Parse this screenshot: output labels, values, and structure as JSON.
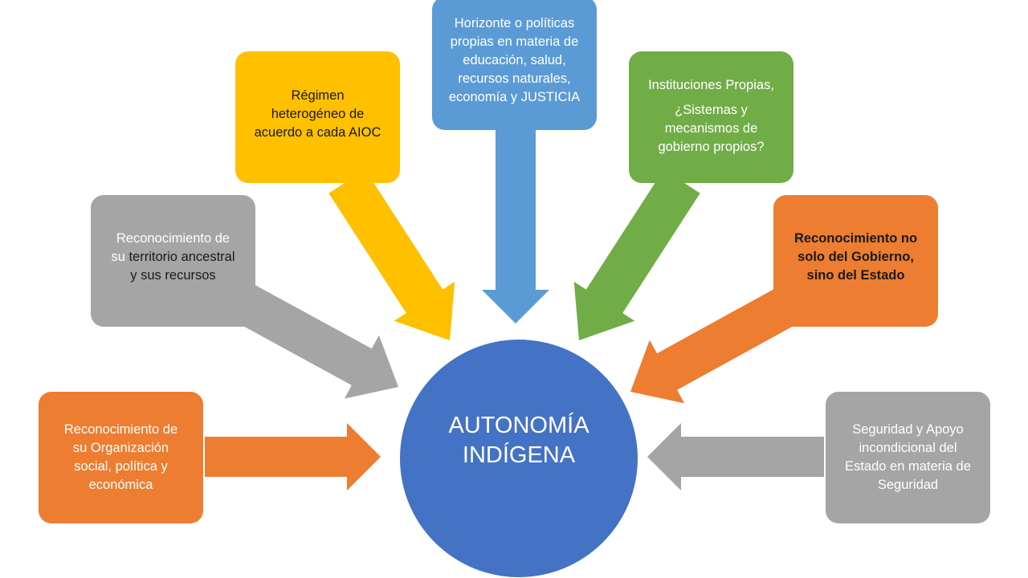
{
  "center": {
    "line1": "AUTONOMÍA",
    "line2": "INDÍGENA",
    "color": "#4472c4"
  },
  "nodes": [
    {
      "id": "organizacion",
      "lines": [
        "Reconocimiento de",
        "su Organización",
        "social, política y",
        "económica"
      ],
      "color": "#ed7d31",
      "text_color": "#ffffff"
    },
    {
      "id": "territorio",
      "lines_html_parts": {
        "line1": "Reconocimiento de",
        "line2_a": "su ",
        "line2_b": "territorio ancestral",
        "line3": "y sus recursos"
      },
      "color": "#a5a5a5",
      "text_color": "#ffffff",
      "accent_text_color": "#1a1a1a"
    },
    {
      "id": "regimen",
      "lines": [
        "Régimen",
        "heterogéneo de",
        "acuerdo a cada AIOC"
      ],
      "color": "#ffc000",
      "text_color": "#1a1a1a"
    },
    {
      "id": "horizonte",
      "lines": [
        "Horizonte o políticas",
        "propias en materia de",
        "educación, salud,",
        "recursos naturales,",
        "economía y JUSTICIA"
      ],
      "color": "#5b9bd5",
      "text_color": "#ffffff"
    },
    {
      "id": "instituciones",
      "paragraph1": "Instituciones Propias,",
      "lines": [
        "¿Sistemas y",
        "mecanismos de",
        "gobierno propios?"
      ],
      "color": "#70ad47",
      "text_color": "#ffffff"
    },
    {
      "id": "estado",
      "lines": [
        "Reconocimiento no",
        "solo del Gobierno,",
        "sino del Estado"
      ],
      "color": "#ed7d31",
      "text_color": "#1a1a1a",
      "bold": true
    },
    {
      "id": "seguridad",
      "lines": [
        "Seguridad y Apoyo",
        "incondicional del",
        "Estado en materia de",
        "Seguridad"
      ],
      "color": "#a5a5a5",
      "text_color": "#ffffff"
    }
  ],
  "arrows": [
    {
      "from": "organizacion",
      "color": "#ed7d31"
    },
    {
      "from": "territorio",
      "color": "#a5a5a5"
    },
    {
      "from": "regimen",
      "color": "#ffc000"
    },
    {
      "from": "horizonte",
      "color": "#5b9bd5"
    },
    {
      "from": "instituciones",
      "color": "#70ad47"
    },
    {
      "from": "estado",
      "color": "#ed7d31"
    },
    {
      "from": "seguridad",
      "color": "#a5a5a5"
    }
  ]
}
